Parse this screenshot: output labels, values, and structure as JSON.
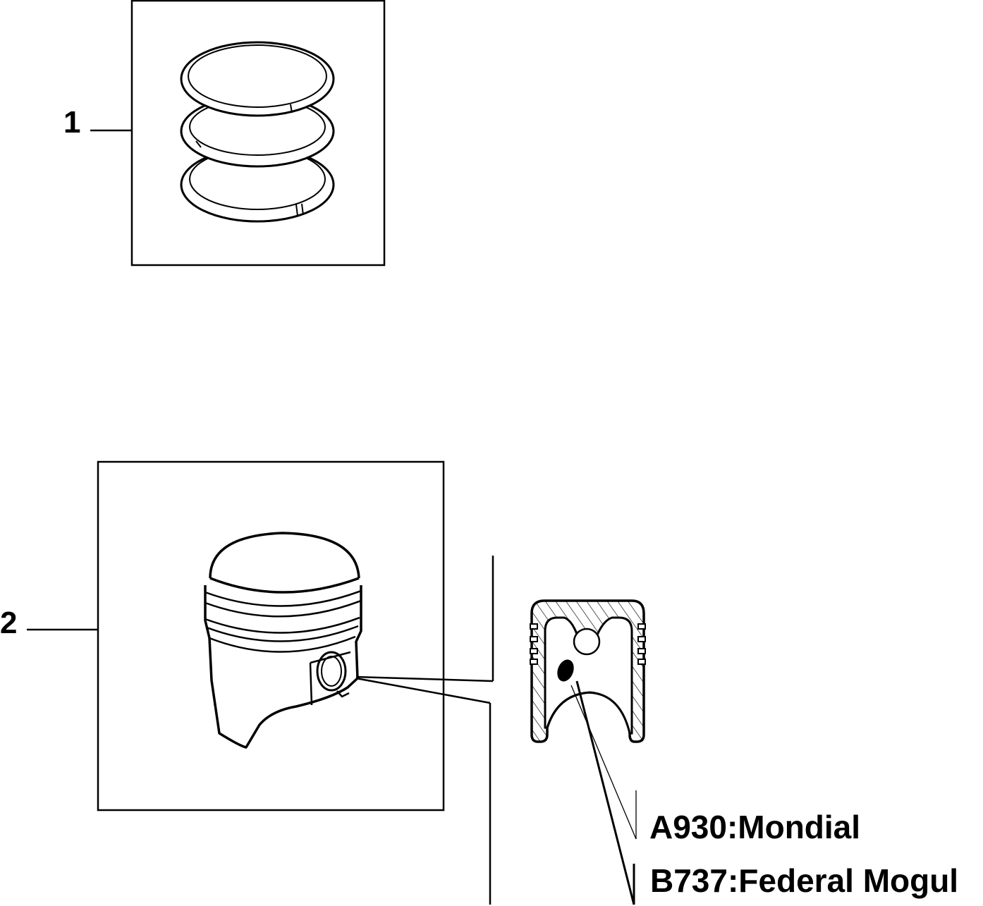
{
  "callouts": {
    "ring_set": "1",
    "piston": "2"
  },
  "supplier_notes": {
    "mondial": "A930:Mondial",
    "federal_mogul": "B737:Federal Mogul"
  },
  "colors": {
    "line": "#000000",
    "background": "#ffffff"
  }
}
